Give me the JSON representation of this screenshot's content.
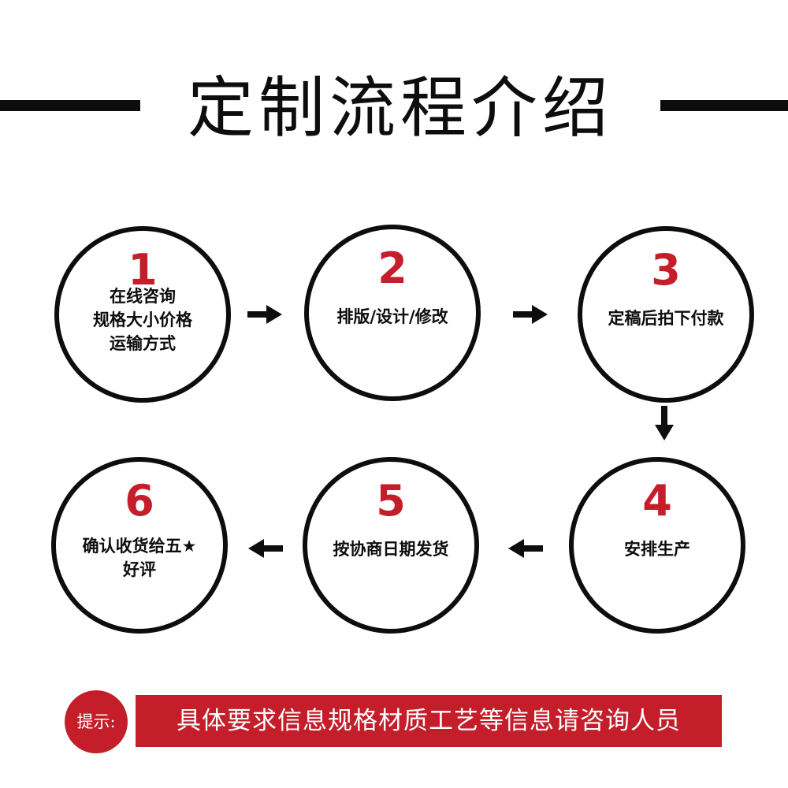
{
  "title": "定制流程介绍",
  "colors": {
    "accent": "#c41e2a",
    "ink": "#0d0d0d",
    "background": "#ffffff"
  },
  "steps": [
    {
      "number": "1",
      "lines": [
        "在线咨询",
        "规格大小价格",
        "运输方式"
      ]
    },
    {
      "number": "2",
      "lines": [
        "排版/设计/修改"
      ]
    },
    {
      "number": "3",
      "lines": [
        "定稿后拍下付款"
      ]
    },
    {
      "number": "4",
      "lines": [
        "安排生产"
      ]
    },
    {
      "number": "5",
      "lines": [
        "按协商日期发货"
      ]
    },
    {
      "number": "6",
      "lines": [
        "确认收货给五★",
        "好评"
      ]
    }
  ],
  "arrows": [
    {
      "icon": "arrow-right-icon"
    },
    {
      "icon": "arrow-right-icon"
    },
    {
      "icon": "arrow-down-icon"
    },
    {
      "icon": "arrow-left-icon"
    },
    {
      "icon": "arrow-left-icon"
    }
  ],
  "tip": {
    "label": "提示:",
    "text": "具体要求信息规格材质工艺等信息请咨询人员"
  }
}
